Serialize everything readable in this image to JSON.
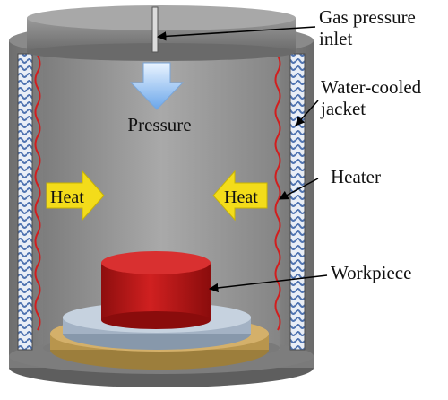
{
  "labels": {
    "gas_inlet_line1": "Gas pressure",
    "gas_inlet_line2": "inlet",
    "jacket_line1": "Water-cooled",
    "jacket_line2": "jacket",
    "heater": "Heater",
    "workpiece": "Workpiece",
    "pressure": "Pressure",
    "heat_left": "Heat",
    "heat_right": "Heat"
  },
  "colors": {
    "vessel_gray": "#8c8c8c",
    "cavity_gray": "#9a9a9a",
    "jacket_blue": "#5a7fb8",
    "heater_red": "#d21e1e",
    "workpiece_red": "#c01818",
    "plate_tan": "#c8a45a",
    "plate_blue": "#b6c4d4",
    "heat_yellow": "#f3dc1a",
    "pressure_blue": "#7fb4ef"
  }
}
